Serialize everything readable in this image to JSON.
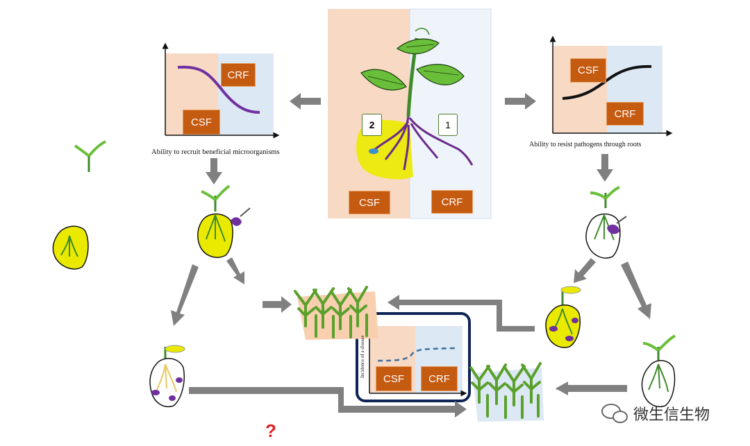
{
  "labels": {
    "csf": "CSF",
    "crf": "CRF",
    "left_chart_caption": "Ability to recruit beneficial microorganisms",
    "right_chart_caption": "Ability to resist pathogens through roots",
    "bottom_chart_ylabel": "Incidence of a disease",
    "root_num_2": "2",
    "root_num_1": "1",
    "question_mark": "?"
  },
  "watermark": {
    "text": "微生信生物",
    "icon": "wechat-icon"
  },
  "colors": {
    "csf_bg": "#f8d9c4",
    "crf_bg": "#dce8f4",
    "box": "#c55a11",
    "arrow": "#808080",
    "purple": "#7030a0",
    "yellow": "#eaea00",
    "green": "#5aa02c"
  }
}
